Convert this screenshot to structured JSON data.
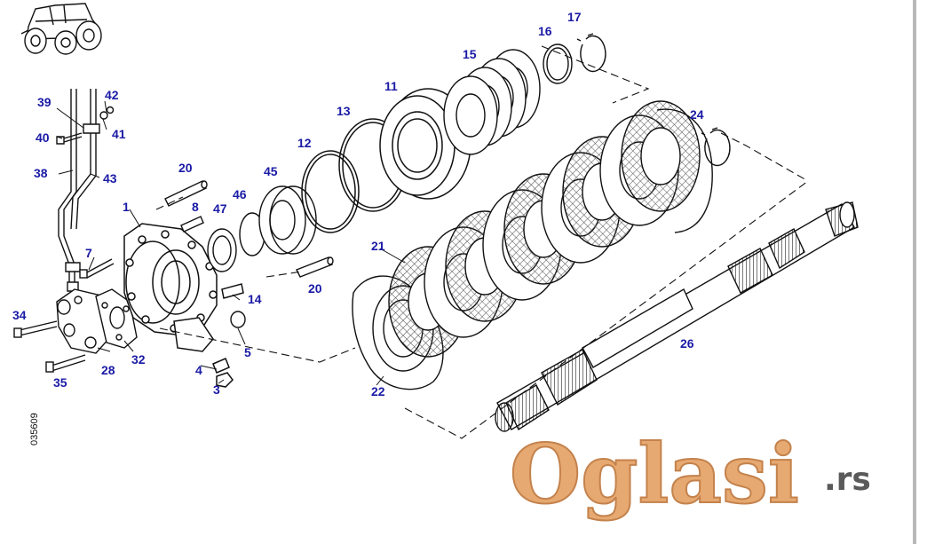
{
  "colors": {
    "line": "#111111",
    "label": "#1a1aa6",
    "friction": "#6a6a6a",
    "watermark": "#e7a972",
    "watermark_outline": "#c4824c",
    "suffix": "#5a5a5a",
    "scrollbar": "#b8b8b8"
  },
  "drawing_code": "035609",
  "watermark": {
    "brand": "Oglasi",
    "suffix": ".rs"
  },
  "icons": {
    "header": "tractor-icon"
  },
  "callouts": [
    {
      "id": "c17",
      "text": "17"
    },
    {
      "id": "c16",
      "text": "16"
    },
    {
      "id": "c15",
      "text": "15"
    },
    {
      "id": "c11",
      "text": "11"
    },
    {
      "id": "c13",
      "text": "13"
    },
    {
      "id": "c12",
      "text": "12"
    },
    {
      "id": "c24",
      "text": "24"
    },
    {
      "id": "c20a",
      "text": "20"
    },
    {
      "id": "c45",
      "text": "45"
    },
    {
      "id": "c46",
      "text": "46"
    },
    {
      "id": "c8",
      "text": "8"
    },
    {
      "id": "c47",
      "text": "47"
    },
    {
      "id": "c1",
      "text": "1"
    },
    {
      "id": "c39",
      "text": "39"
    },
    {
      "id": "c42",
      "text": "42"
    },
    {
      "id": "c41",
      "text": "41"
    },
    {
      "id": "c40",
      "text": "40"
    },
    {
      "id": "c38",
      "text": "38"
    },
    {
      "id": "c43",
      "text": "43"
    },
    {
      "id": "c7",
      "text": "7"
    },
    {
      "id": "c21",
      "text": "21"
    },
    {
      "id": "c20b",
      "text": "20"
    },
    {
      "id": "c14",
      "text": "14"
    },
    {
      "id": "c34",
      "text": "34"
    },
    {
      "id": "c5",
      "text": "5"
    },
    {
      "id": "c32",
      "text": "32"
    },
    {
      "id": "c28",
      "text": "28"
    },
    {
      "id": "c4",
      "text": "4"
    },
    {
      "id": "c35",
      "text": "35"
    },
    {
      "id": "c3",
      "text": "3"
    },
    {
      "id": "c22",
      "text": "22"
    },
    {
      "id": "c26",
      "text": "26"
    }
  ]
}
